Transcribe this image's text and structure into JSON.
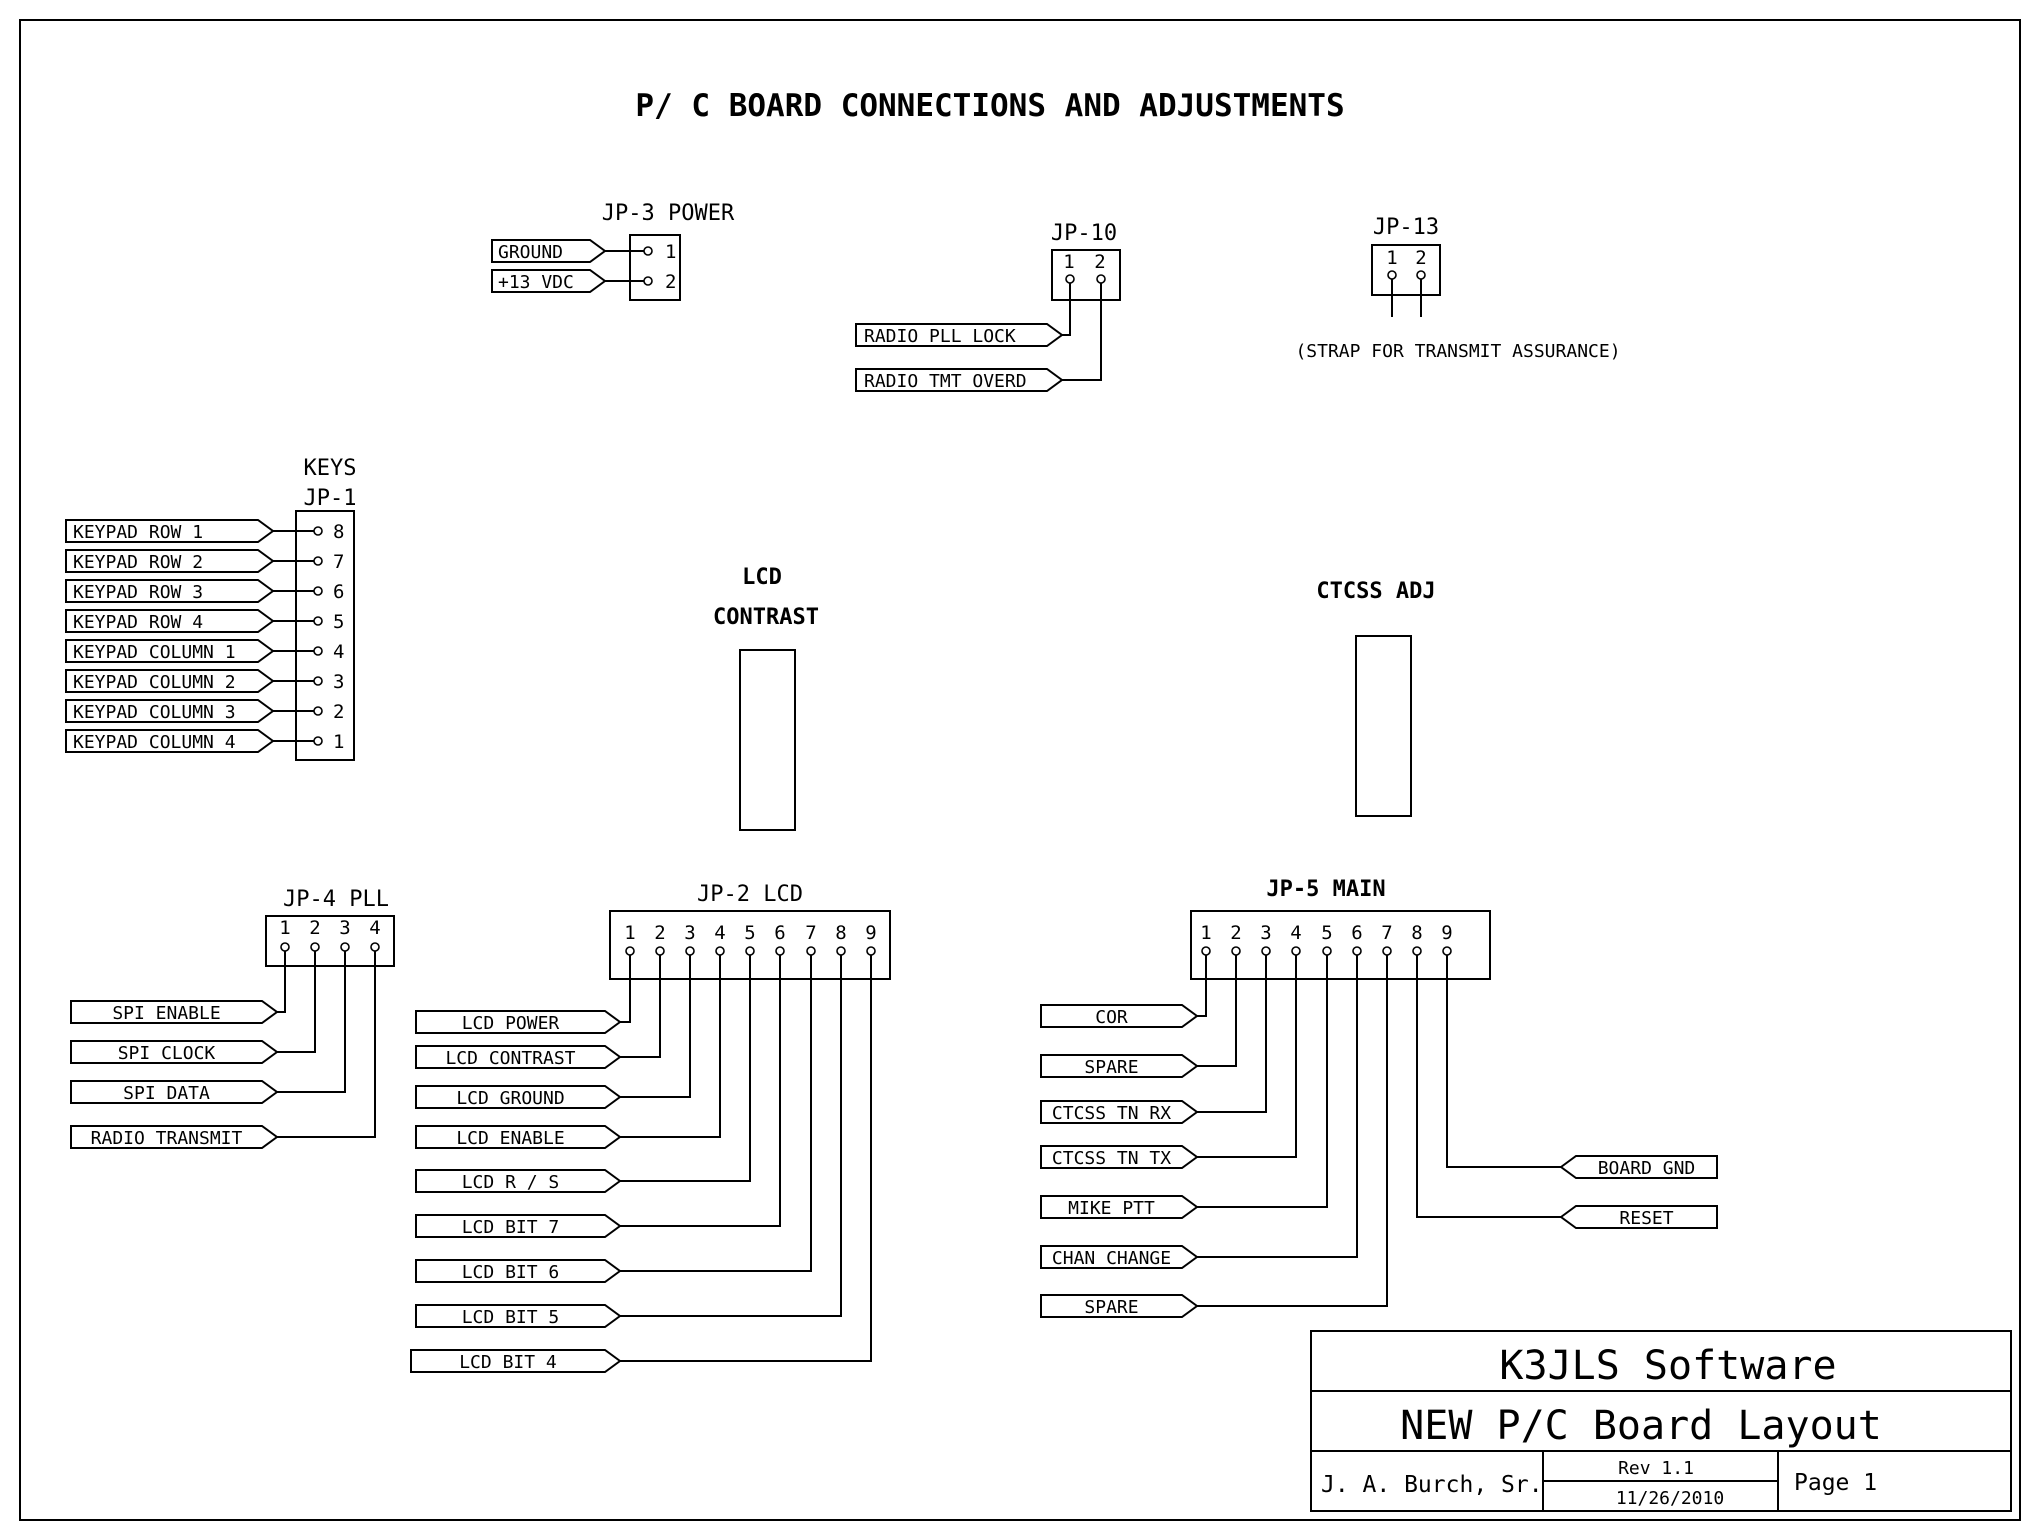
{
  "title": "P/ C BOARD CONNECTIONS AND ADJUSTMENTS",
  "jp3": {
    "title": "JP-3 POWER",
    "pins": [
      "1",
      "2"
    ],
    "labels": [
      "GROUND",
      "+13 VDC"
    ]
  },
  "jp10": {
    "title": "JP-10",
    "pins": [
      "1",
      "2"
    ],
    "labels": [
      "RADIO PLL LOCK",
      "RADIO TMT OVERD"
    ]
  },
  "jp13": {
    "title": "JP-13",
    "pins": [
      "1",
      "2"
    ],
    "note": "(STRAP FOR TRANSMIT ASSURANCE)"
  },
  "jp1": {
    "title_keys": "KEYS",
    "title": "JP-1",
    "pins": [
      "8",
      "7",
      "6",
      "5",
      "4",
      "3",
      "2",
      "1"
    ],
    "labels": [
      "KEYPAD ROW 1",
      "KEYPAD ROW 2",
      "KEYPAD ROW 3",
      "KEYPAD ROW 4",
      "KEYPAD COLUMN 1",
      "KEYPAD COLUMN 2",
      "KEYPAD COLUMN 3",
      "KEYPAD COLUMN 4"
    ]
  },
  "lcd_contrast": {
    "line1": "LCD",
    "line2": "CONTRAST"
  },
  "ctcss_adj": {
    "title": "CTCSS ADJ"
  },
  "jp4": {
    "title": "JP-4 PLL",
    "pins": [
      "1",
      "2",
      "3",
      "4"
    ],
    "labels": [
      "SPI ENABLE",
      "SPI CLOCK",
      "SPI DATA",
      "RADIO TRANSMIT"
    ]
  },
  "jp2": {
    "title": "JP-2 LCD",
    "pins": [
      "1",
      "2",
      "3",
      "4",
      "5",
      "6",
      "7",
      "8",
      "9"
    ],
    "labels": [
      "LCD POWER",
      "LCD CONTRAST",
      "LCD GROUND",
      "LCD ENABLE",
      "LCD R / S",
      "LCD BIT 7",
      "LCD BIT 6",
      "LCD BIT 5",
      "LCD BIT 4"
    ]
  },
  "jp5": {
    "title": "JP-5 MAIN",
    "pins": [
      "1",
      "2",
      "3",
      "4",
      "5",
      "6",
      "7",
      "8",
      "9"
    ],
    "labels_left": [
      "COR",
      "SPARE",
      "CTCSS TN RX",
      "CTCSS TN TX",
      "MIKE PTT",
      "CHAN CHANGE",
      "SPARE"
    ],
    "labels_right": [
      "BOARD GND",
      "RESET"
    ]
  },
  "title_block": {
    "company": "K3JLS Software",
    "drawing": "NEW P/C Board Layout",
    "author": "J. A. Burch, Sr.",
    "rev": "Rev 1.1",
    "date": "11/26/2010",
    "page": "Page 1"
  }
}
